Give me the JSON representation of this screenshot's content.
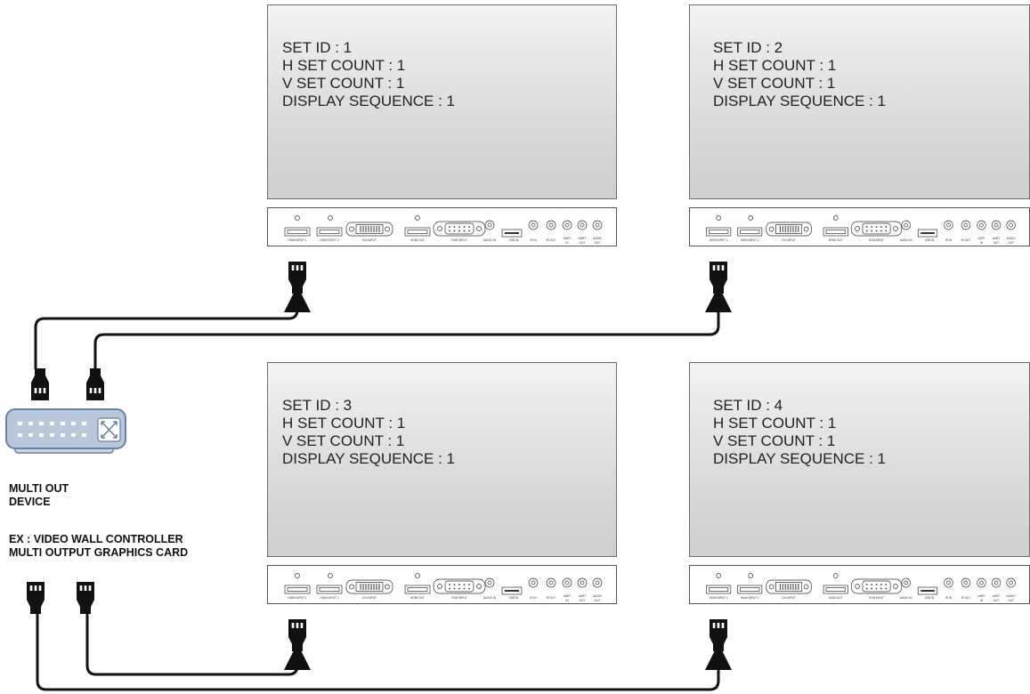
{
  "displays": [
    {
      "id": "display-1",
      "lines": [
        "SET ID : 1",
        "H SET COUNT : 1",
        "V SET COUNT : 1",
        "DISPLAY SEQUENCE : 1"
      ]
    },
    {
      "id": "display-2",
      "lines": [
        "SET ID : 2",
        "H SET COUNT : 1",
        "V SET COUNT : 1",
        "DISPLAY SEQUENCE : 1"
      ]
    },
    {
      "id": "display-3",
      "lines": [
        "SET ID : 3",
        "H SET COUNT : 1",
        "V SET COUNT : 1",
        "DISPLAY SEQUENCE : 1"
      ]
    },
    {
      "id": "display-4",
      "lines": [
        "SET ID : 4",
        "H SET COUNT : 1",
        "V SET COUNT : 1",
        "DISPLAY SEQUENCE : 1"
      ]
    }
  ],
  "device": {
    "title_line1": "MULTI OUT",
    "title_line2": "DEVICE",
    "example_line1": "EX : VIDEO WALL CONTROLLER",
    "example_line2": "MULTI OUTPUT GRAPHICS CARD"
  },
  "port_labels": {
    "hdmi1": "HDMI INPUT 1",
    "hdmi2": "HDMI INPUT 2",
    "dvi": "DVI INPUT",
    "hdmi_out": "HDMI OUT",
    "rgb": "RGB INPUT",
    "audio_in": "AUDIO IN",
    "usb": "USB IN",
    "ir_in": "IR IN",
    "ir_out": "IR OUT",
    "uart_in": "UART IN",
    "uart_out": "UART OUT",
    "audio_out": "AUDIO OUT"
  },
  "colors": {
    "wire": "#111111",
    "screen_border": "#6b6b6b",
    "device_body": "#b9c7da",
    "device_border": "#6a7fa8"
  }
}
